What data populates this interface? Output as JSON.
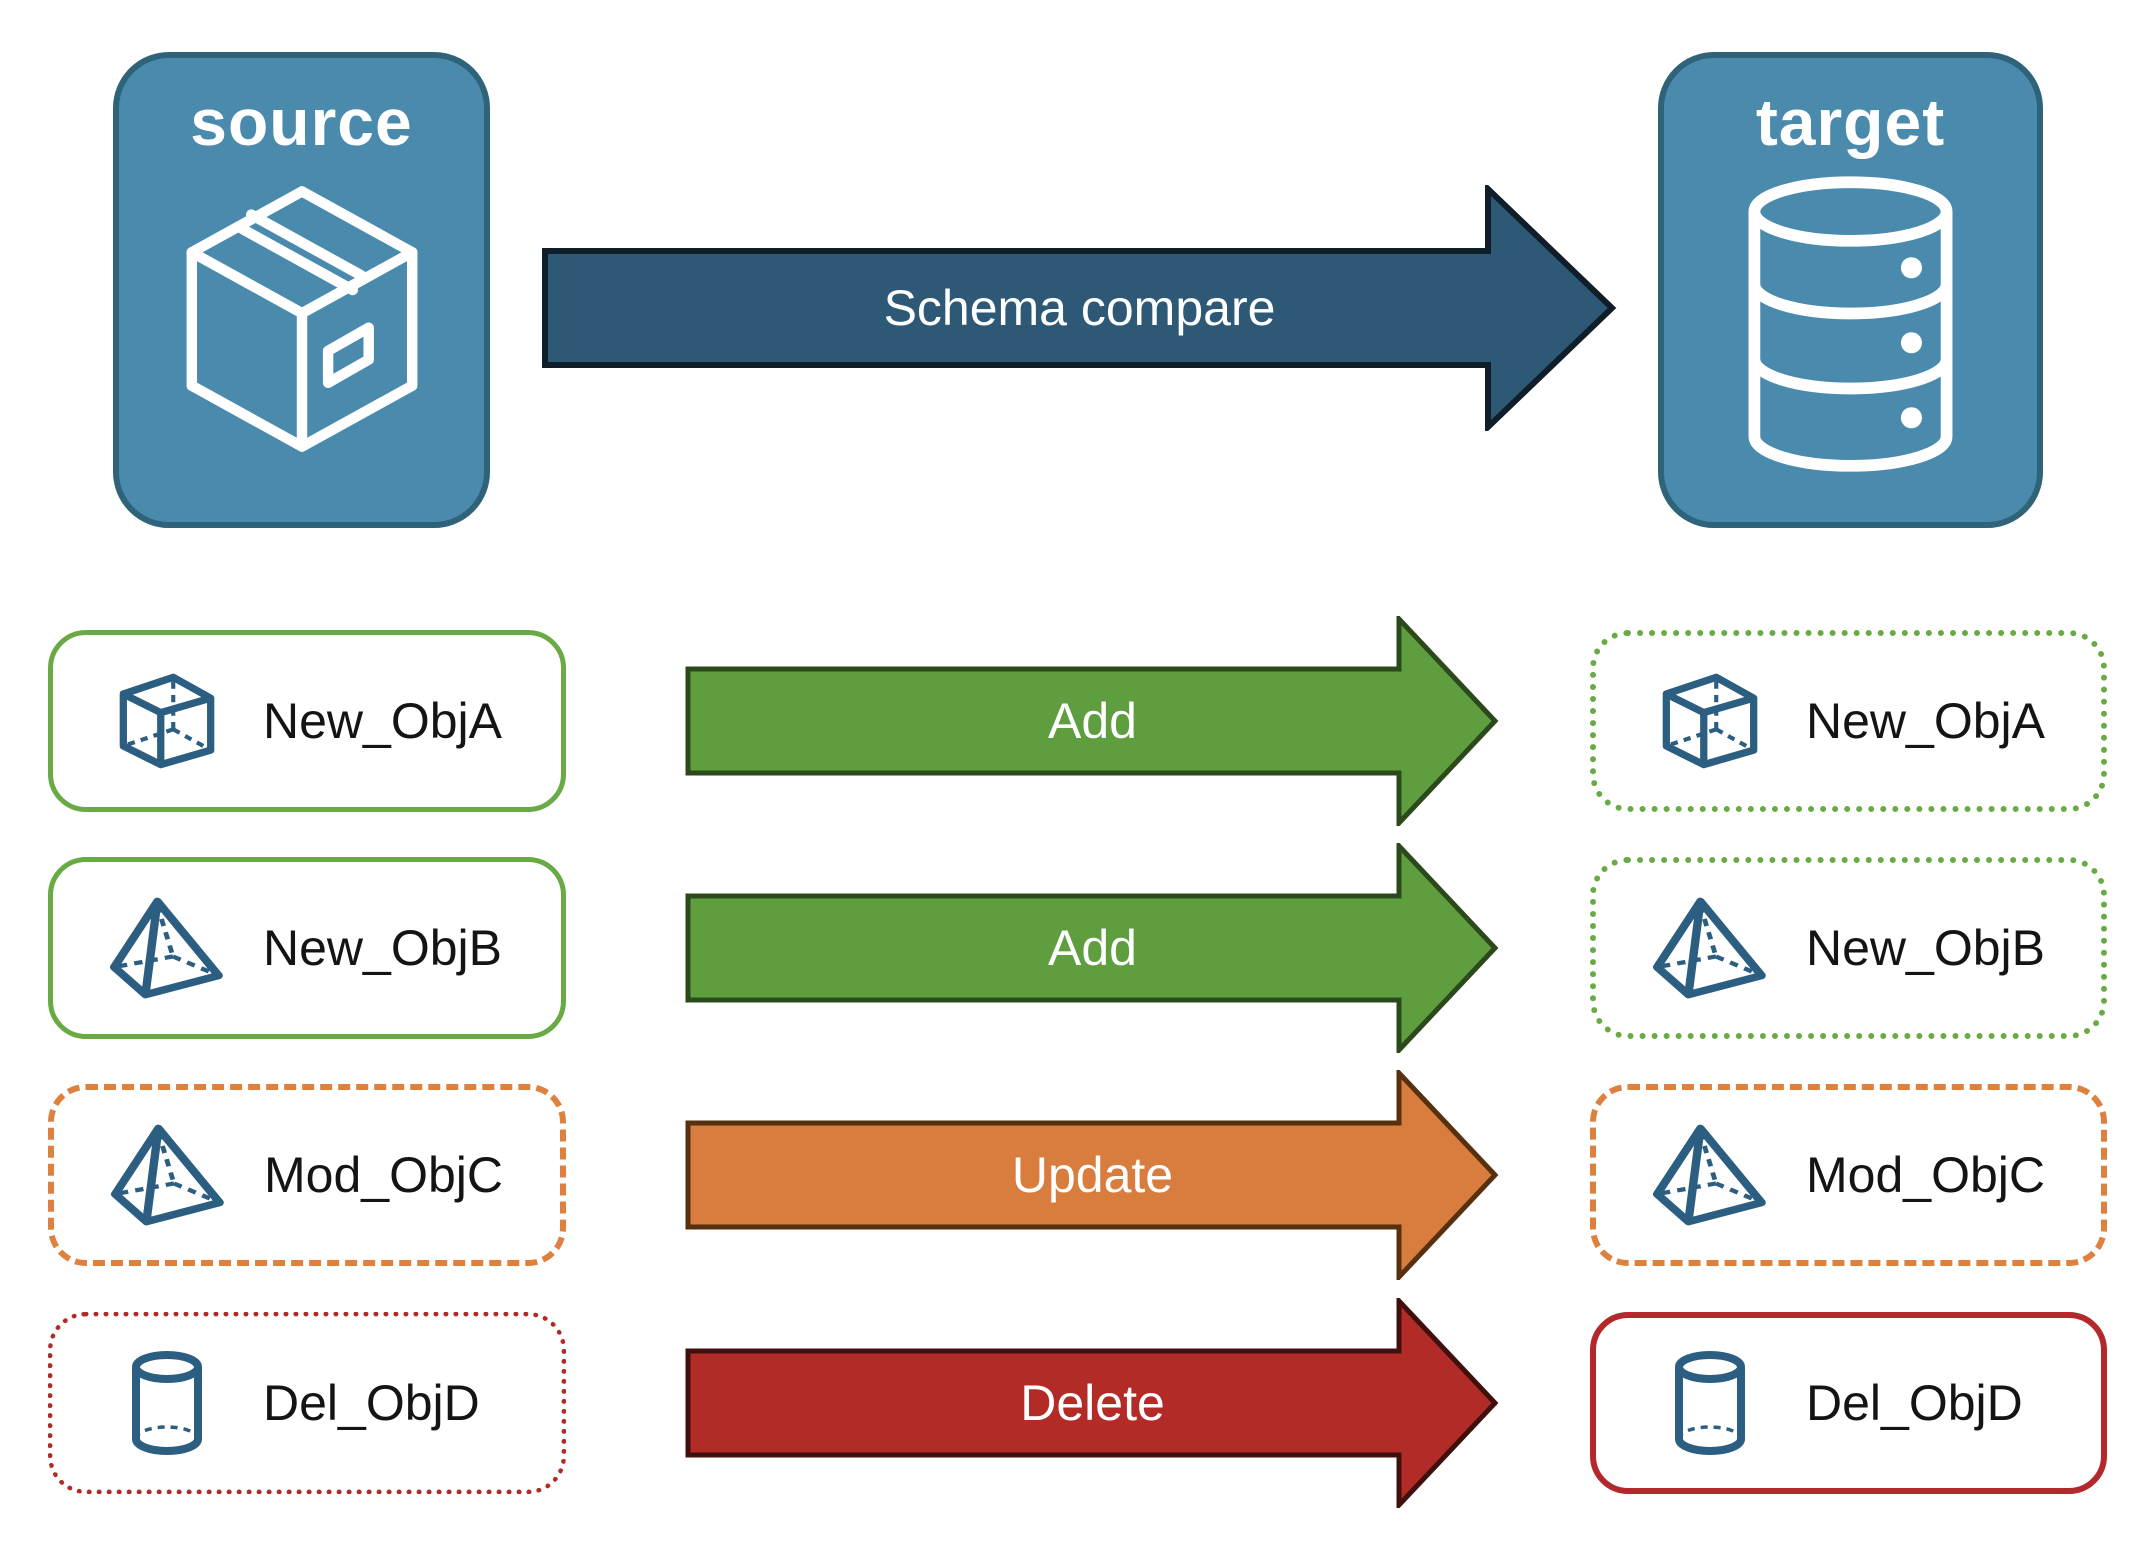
{
  "diagram": {
    "source": {
      "label": "source",
      "icon": "package-icon"
    },
    "target": {
      "label": "target",
      "icon": "database-icon"
    },
    "compare_arrow": {
      "label": "Schema compare"
    }
  },
  "rows": [
    {
      "source_label": "New_ObjA",
      "target_label": "New_ObjA",
      "action": "Add",
      "change_type": "added",
      "icon": "cube-icon"
    },
    {
      "source_label": "New_ObjB",
      "target_label": "New_ObjB",
      "action": "Add",
      "change_type": "added",
      "icon": "pyramid-icon"
    },
    {
      "source_label": "Mod_ObjC",
      "target_label": "Mod_ObjC",
      "action": "Update",
      "change_type": "modified",
      "icon": "pyramid-icon"
    },
    {
      "source_label": "Del_ObjD",
      "target_label": "Del_ObjD",
      "action": "Delete",
      "change_type": "deleted",
      "icon": "cylinder-icon"
    }
  ],
  "colors": {
    "panel_fill": "#4a8bad",
    "panel_border": "#2f6379",
    "compare_arrow_fill": "#2d5977",
    "compare_arrow_border": "#101e2a",
    "add_arrow_fill": "#5f9e3e",
    "add_arrow_border": "#2b491b",
    "update_arrow_fill": "#d87d3e",
    "update_arrow_border": "#56300f",
    "delete_arrow_fill": "#b32b27",
    "delete_arrow_border": "#3f100e",
    "added_box_border": "#69aa45",
    "modified_box_border": "#de813f",
    "deleted_box_border": "#b12a26",
    "object_icon_stroke": "#2c5e81",
    "label_text": "#141414",
    "arrow_text": "#ffffff"
  }
}
